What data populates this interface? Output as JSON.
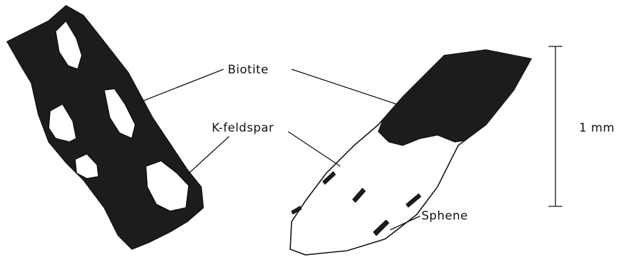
{
  "labels": {
    "biotite": "Biotite",
    "k_feldspar": "K-feldspar",
    "sphene": "Sphene",
    "scale": "1 mm"
  },
  "colors": {
    "mineral_dark": "#1c1c1c",
    "line": "#111111",
    "background": "#ffffff"
  }
}
